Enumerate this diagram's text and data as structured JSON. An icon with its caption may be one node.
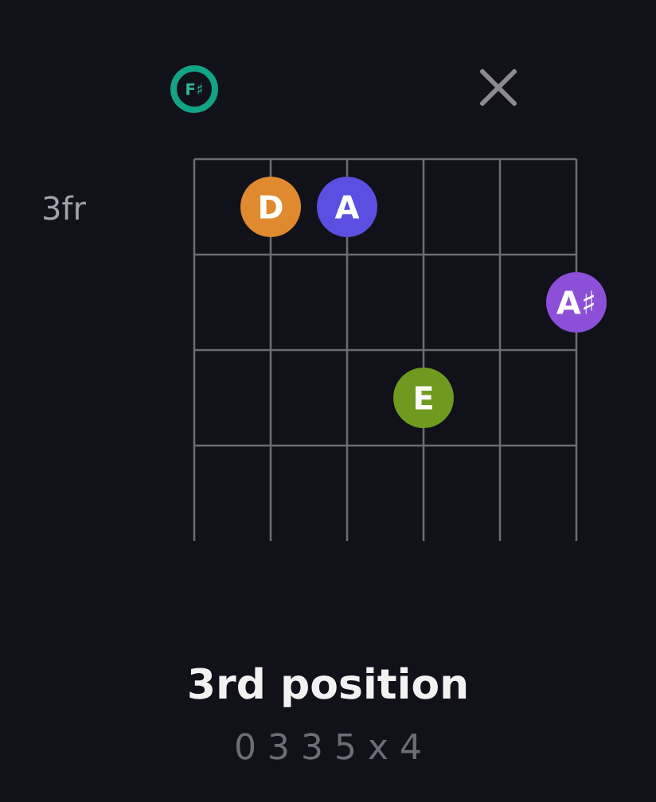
{
  "diagram": {
    "title": "3rd position",
    "nodes": [
      {
        "text": [
          "F♯"
        ]
      },
      {
        "text": [
          "D"
        ]
      },
      {
        "text": [
          "A"
        ]
      },
      {
        "text": [
          "A♯"
        ]
      },
      {
        "text": [
          "E"
        ]
      }
    ],
    "labels": [
      "3fr",
      "0 3 3 5 x 4"
    ]
  }
}
